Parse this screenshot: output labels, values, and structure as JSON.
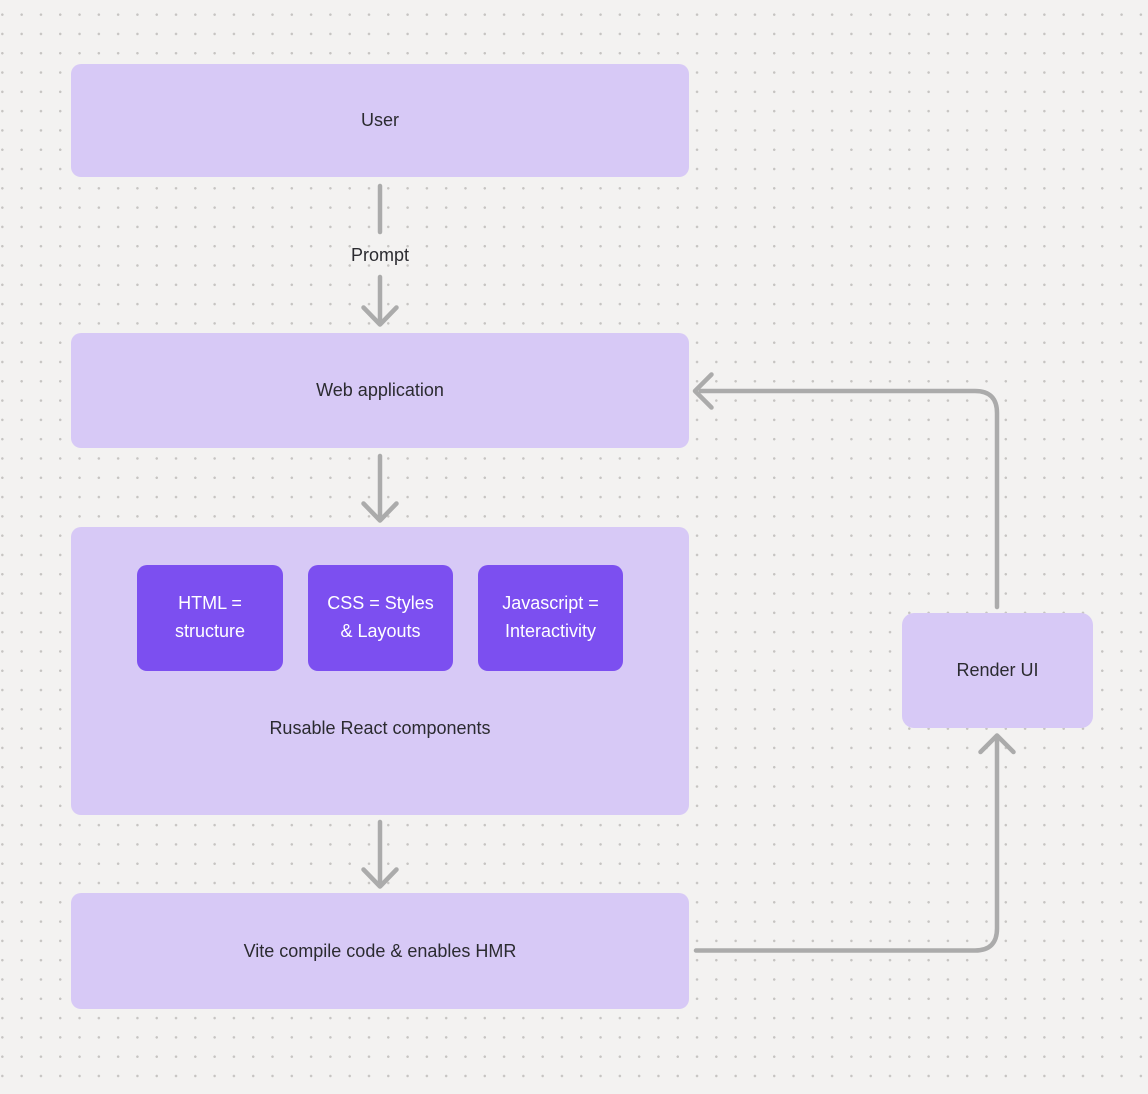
{
  "colors": {
    "background": "#f3f2f1",
    "node_fill": "#d7c9f6",
    "chip_fill": "#7c4ff0",
    "chip_text_color": "#ffffff",
    "text": "#2b2b30",
    "arrow": "#ababab",
    "dot": "#c6c4c2"
  },
  "nodes": {
    "user": "User",
    "web_application": "Web application",
    "components_caption": "Rusable React components",
    "chips": {
      "html": "HTML =\nstructure",
      "css": "CSS = Styles\n& Layouts",
      "js": "Javascript =\nInteractivity"
    },
    "vite": "Vite compile code & enables HMR",
    "render_ui": "Render UI"
  },
  "edges": {
    "prompt_label": "Prompt"
  }
}
